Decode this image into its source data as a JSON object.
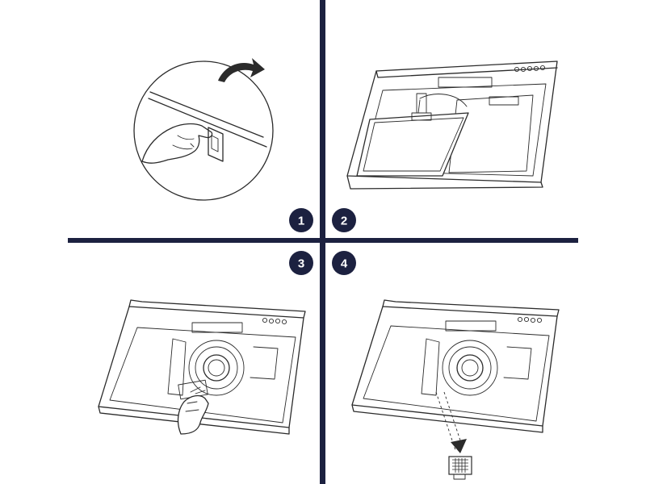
{
  "steps": [
    {
      "number": "1",
      "action": "press-release-latch"
    },
    {
      "number": "2",
      "action": "remove-grease-filter"
    },
    {
      "number": "3",
      "action": "twist-carbon-filter"
    },
    {
      "number": "4",
      "action": "carbon-filter-removed"
    }
  ],
  "colors": {
    "divider": "#1c2140",
    "badge": "#1c2140",
    "line_art": "#2b2b2b",
    "background": "#ffffff"
  }
}
